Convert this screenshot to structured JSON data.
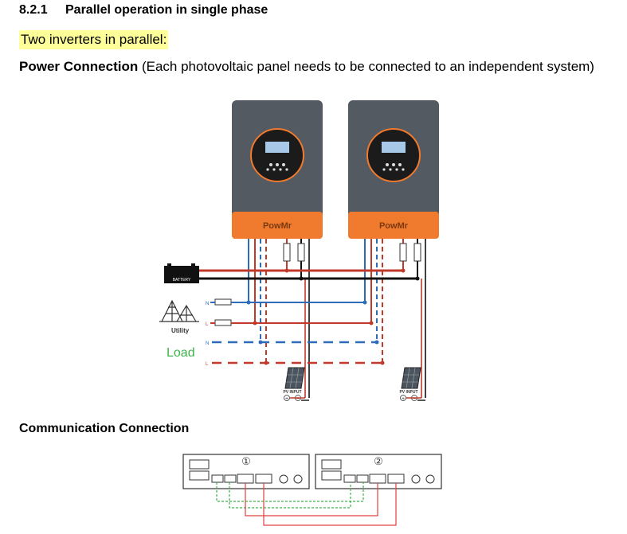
{
  "heading": {
    "number": "8.2.1",
    "title": "Parallel operation in single phase"
  },
  "subtitle": "Two inverters in parallel:",
  "power_connection": {
    "label": "Power Connection",
    "note": "(Each photovoltaic panel needs to be connected to an independent system)"
  },
  "diagram": {
    "brand": "PowMr",
    "battery_label": "BATTERY",
    "utility_label": "Utility",
    "load_label": "Load",
    "neutral": "N",
    "line": "L",
    "pv_label": "PV INPUT",
    "pv_plus": "+",
    "pv_minus": "−",
    "colors": {
      "red": "#c0392b",
      "blue": "#2e6bb8",
      "black": "#111111",
      "orange": "#f07a2e",
      "case": "#545a61"
    }
  },
  "communication": {
    "title": "Communication Connection",
    "unit1": "①",
    "unit2": "②",
    "colors": {
      "green": "#3bb34a",
      "red": "#e04040"
    }
  }
}
